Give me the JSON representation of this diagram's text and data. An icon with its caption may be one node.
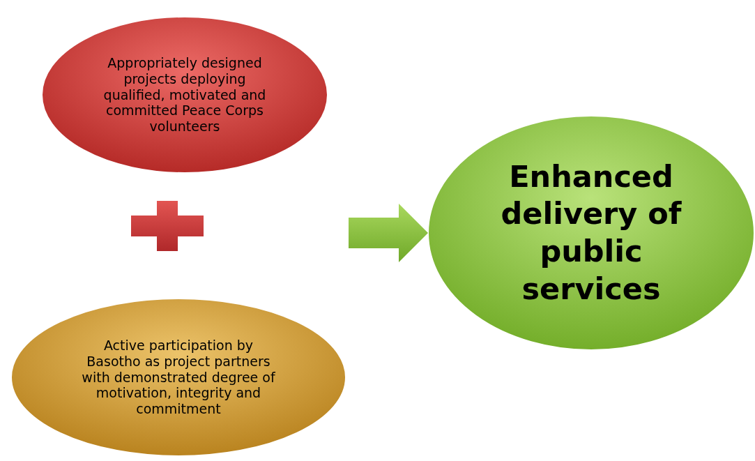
{
  "diagram": {
    "nodes": [
      {
        "text": [
          "Appropriately designed projects deploying qualified, motivated and committed Peace Corps volunteers"
        ]
      },
      {
        "text": [
          "Active participation by Basotho as project partners with demonstrated degree of motivation, integrity and commitment"
        ]
      },
      {
        "text": [
          "Enhanced delivery of public services"
        ]
      }
    ],
    "edges": [
      {
        "from": null,
        "to": 2,
        "arrow": "to"
      }
    ]
  }
}
